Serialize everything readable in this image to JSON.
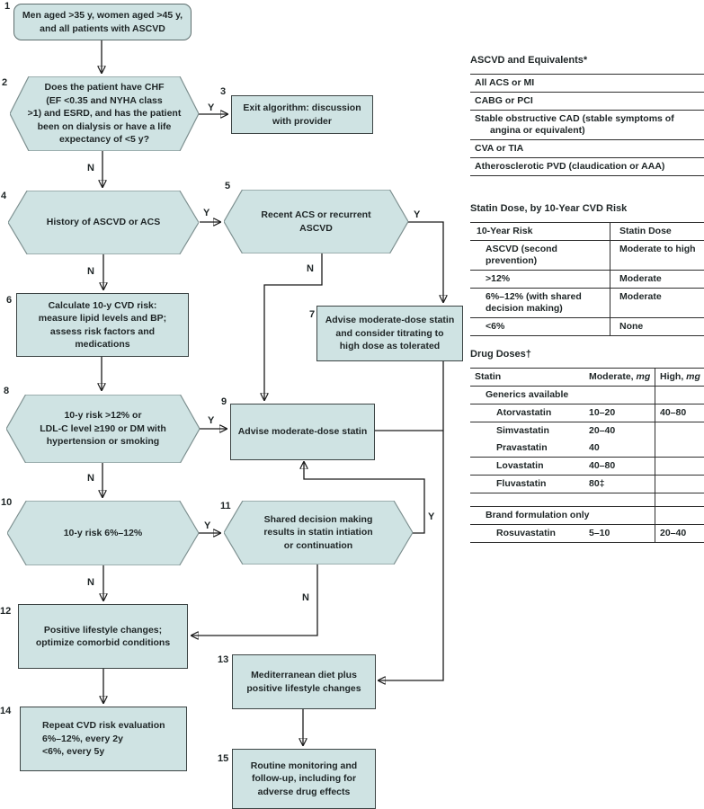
{
  "colors": {
    "node_fill": "#cfe3e3",
    "rect_border": "#3c4444",
    "hex_border": "#7e9090",
    "line": "#1a1a1a",
    "rule": "#2e2e2e",
    "text": "#1e2526"
  },
  "nodes": {
    "n1": {
      "num": "1",
      "text": "Men aged >35 y, women aged >45 y,\nand all patients with ASCVD"
    },
    "n2": {
      "num": "2",
      "text": "Does the patient have CHF\n(EF <0.35 and NYHA class\n>1) and ESRD, and has the patient\nbeen on dialysis or have a life\nexpectancy of <5 y?"
    },
    "n3": {
      "num": "3",
      "text": "Exit algorithm: discussion\nwith provider"
    },
    "n4": {
      "num": "4",
      "text": "History of ASCVD or ACS"
    },
    "n5": {
      "num": "5",
      "text": "Recent ACS or recurrent\nASCVD"
    },
    "n6": {
      "num": "6",
      "text": "Calculate 10-y CVD risk:\nmeasure lipid levels and BP;\nassess risk factors and\nmedications"
    },
    "n7": {
      "num": "7",
      "text": "Advise moderate-dose statin\nand consider titrating to\nhigh dose as tolerated"
    },
    "n8": {
      "num": "8",
      "text": "10-y risk >12% or\nLDL-C level ≥190 or DM with\nhypertension or smoking"
    },
    "n9": {
      "num": "9",
      "text": "Advise moderate-dose statin"
    },
    "n10": {
      "num": "10",
      "text": "10-y risk 6%–12%"
    },
    "n11": {
      "num": "11",
      "text": "Shared decision making\nresults in statin intiation\nor continuation"
    },
    "n12": {
      "num": "12",
      "text": "Positive lifestyle changes;\noptimize comorbid conditions"
    },
    "n13": {
      "num": "13",
      "text": "Mediterranean diet plus\npositive lifestyle changes"
    },
    "n14": {
      "num": "14",
      "text": "Repeat CVD risk evaluation\n6%–12%, every 2y\n<6%, every 5y"
    },
    "n15": {
      "num": "15",
      "text": "Routine monitoring and\nfollow-up, including for\nadverse drug effects"
    }
  },
  "edges": [
    {
      "from": "1",
      "to": "2",
      "label": ""
    },
    {
      "from": "2",
      "to": "3",
      "label": "Y"
    },
    {
      "from": "2",
      "to": "4",
      "label": "N"
    },
    {
      "from": "4",
      "to": "5",
      "label": "Y"
    },
    {
      "from": "4",
      "to": "6",
      "label": "N"
    },
    {
      "from": "5",
      "to": "7",
      "label": "Y"
    },
    {
      "from": "5",
      "to": "9",
      "label": "N"
    },
    {
      "from": "6",
      "to": "8",
      "label": ""
    },
    {
      "from": "8",
      "to": "9",
      "label": "Y"
    },
    {
      "from": "8",
      "to": "10",
      "label": "N"
    },
    {
      "from": "10",
      "to": "11",
      "label": "Y"
    },
    {
      "from": "10",
      "to": "12",
      "label": "N"
    },
    {
      "from": "11",
      "to": "9",
      "label": "Y"
    },
    {
      "from": "11",
      "to": "12",
      "label": "N"
    },
    {
      "from": "12",
      "to": "14",
      "label": ""
    },
    {
      "from": "7",
      "to": "13",
      "label": ""
    },
    {
      "from": "9",
      "to": "13",
      "label": ""
    },
    {
      "from": "13",
      "to": "15",
      "label": ""
    }
  ],
  "tables": {
    "ascvd": {
      "title": "ASCVD and Equivalents*",
      "rows": [
        "All ACS or MI",
        "CABG or PCI",
        "Stable obstructive CAD (stable symptoms of\nangina or equivalent)",
        "CVA or TIA",
        "Atherosclerotic PVD (claudication or AAA)"
      ]
    },
    "statin_dose": {
      "title": "Statin Dose, by 10-Year CVD Risk",
      "headers": [
        "10-Year Risk",
        "Statin Dose"
      ],
      "rows": [
        [
          "ASCVD (second prevention)",
          "Moderate to high"
        ],
        [
          ">12%",
          "Moderate"
        ],
        [
          "6%–12% (with shared\ndecision making)",
          "Moderate"
        ],
        [
          "<6%",
          "None"
        ]
      ]
    },
    "drug_doses": {
      "title": "Drug Doses†",
      "headers": [
        {
          "label": "Statin",
          "unit": ""
        },
        {
          "label": "Moderate, ",
          "unit": "mg"
        },
        {
          "label": "High, ",
          "unit": "mg"
        }
      ],
      "rows": [
        {
          "type": "subhead",
          "statin": "Generics available",
          "moderate": "",
          "high": ""
        },
        {
          "type": "drug",
          "statin": "Atorvastatin",
          "moderate": "10–20",
          "high": "40–80"
        },
        {
          "type": "drug",
          "statin": "Simvastatin",
          "moderate": "20–40",
          "high": ""
        },
        {
          "type": "drug",
          "statin": "Pravastatin",
          "moderate": "40",
          "high": ""
        },
        {
          "type": "drug",
          "statin": "Lovastatin",
          "moderate": "40–80",
          "high": ""
        },
        {
          "type": "drug",
          "statin": "Fluvastatin",
          "moderate": "80‡",
          "high": ""
        },
        {
          "type": "spacer",
          "statin": "",
          "moderate": "",
          "high": ""
        },
        {
          "type": "subhead",
          "statin": "Brand formulation only",
          "moderate": "",
          "high": ""
        },
        {
          "type": "drug",
          "statin": "Rosuvastatin",
          "moderate": "5–10",
          "high": "20–40"
        }
      ]
    }
  }
}
